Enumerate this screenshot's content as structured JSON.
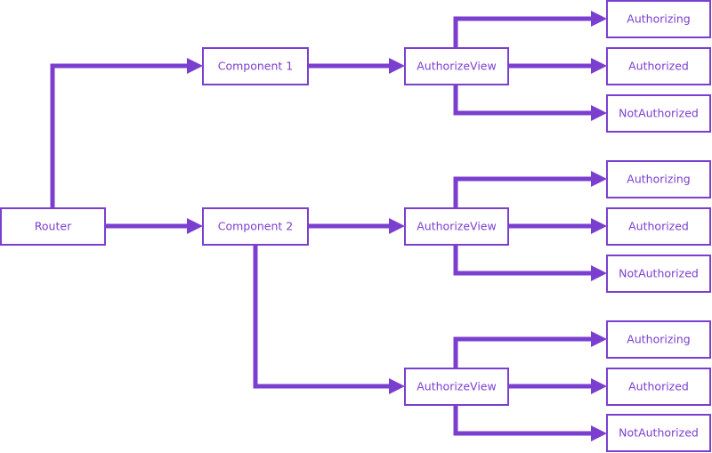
{
  "colors": {
    "accent": "#7b3fd0",
    "background": "#ffffff"
  },
  "nodes": {
    "router": "Router",
    "component_1": "Component 1",
    "component_2": "Component 2",
    "authorize_view_1": "AuthorizeView",
    "authorize_view_2": "AuthorizeView",
    "authorize_view_3": "AuthorizeView",
    "authorizing_1": "Authorizing",
    "authorized_1": "Authorized",
    "not_authorized_1": "NotAuthorized",
    "authorizing_2": "Authorizing",
    "authorized_2": "Authorized",
    "not_authorized_2": "NotAuthorized",
    "authorizing_3": "Authorizing",
    "authorized_3": "Authorized",
    "not_authorized_3": "NotAuthorized"
  }
}
